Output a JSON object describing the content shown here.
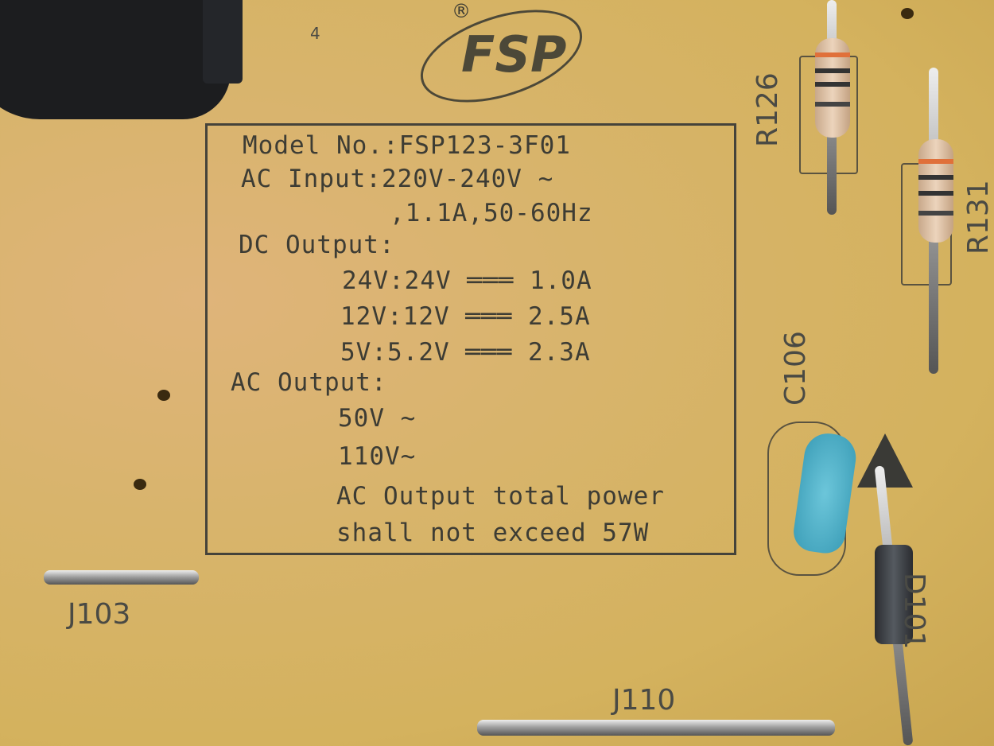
{
  "logo": {
    "text": "FSP",
    "registered": "®"
  },
  "label": {
    "model": "Model No.:FSP123-3F01",
    "ac_input_1": "AC Input:220V-240V ~",
    "ac_input_2": ",1.1A,50-60Hz",
    "dc_output": "DC Output:",
    "dc_lines": [
      "24V:24V ═══ 1.0A",
      "12V:12V ═══ 2.5A",
      "5V:5.2V ═══ 2.3A"
    ],
    "ac_output": "AC Output:",
    "ac_lines": [
      "50V ~",
      "110V~"
    ],
    "note_1": "AC Output total power",
    "note_2": "shall not exceed 57W"
  },
  "silkscreen": {
    "j103": "J103",
    "j110": "J110",
    "r126": "R126",
    "r131": "R131",
    "c106": "C106",
    "d101": "D101",
    "mark4": "4"
  },
  "colors": {
    "board": "#d8b46c",
    "ink": "#3d3c34",
    "capacitor": "#4ab0c8"
  }
}
